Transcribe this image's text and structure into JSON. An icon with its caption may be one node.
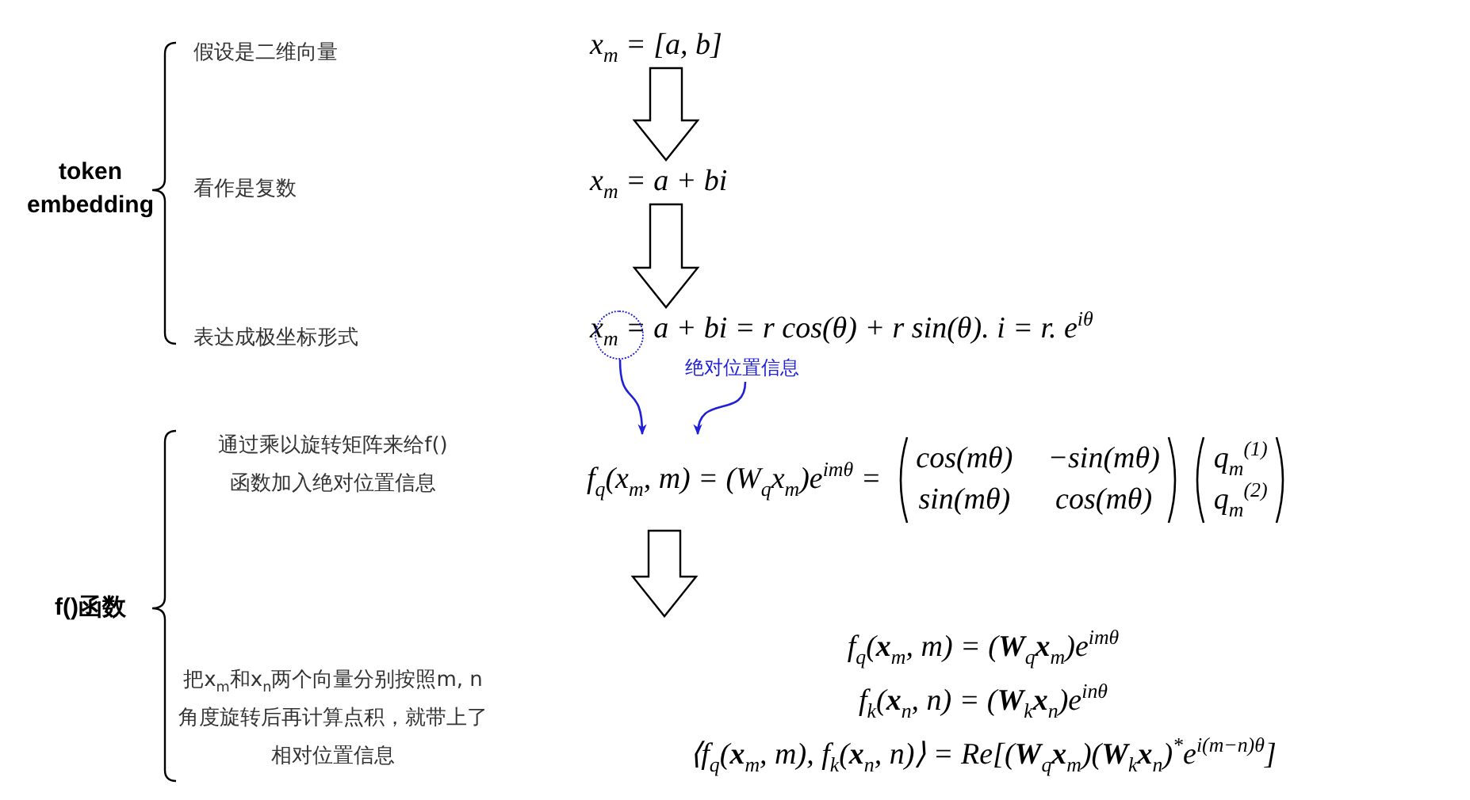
{
  "diagram": {
    "nodes": [
      {
        "text": [
          "x$_{m}$ = [a, b]"
        ]
      },
      {
        "text": [
          "x$_{m}$ = a + bi"
        ]
      },
      {
        "text": [
          "x$_{m}$ = a + bi = r cos(θ) + r sin(θ). i = r. e$^{iθ}$"
        ]
      },
      {
        "text": [],
        "shape": "circle"
      },
      {
        "text": [
          "绝对位置信息"
        ]
      },
      {
        "text": [
          "f$_{q}$(x$_{m}$, m) = (W$_{q}$x$_{m}$)e$^{imθ}$ =",
          "cos(mθ)",
          "−sin(mθ)",
          "sin(mθ)",
          "cos(mθ)",
          "q$_{m}$$^{(1)}$",
          "q$_{m}$$^{(2)}$"
        ]
      },
      {
        "text": [
          "f$_{q}$(**x**$_{m}$, m) = (**W**$_{q}$**x**$_{m}$)e$^{imθ}$",
          "f$_{k}$(**x**$_{n}$, n) = (**W**$_{k}$**x**$_{n}$)e$^{inθ}$",
          "⟨f$_{q}$(**x**$_{m}$, m), f$_{k}$(**x**$_{n}$, n)⟩ = Re[(**W**$_{q}$**x**$_{m}$)(**W**$_{k}$**x**$_{n}$)$^{*}$e$^{i(m−n)θ}$]"
        ]
      }
    ],
    "edges": [
      {
        "from": 0,
        "to": 1,
        "arrow": "to"
      },
      {
        "from": 1,
        "to": 2,
        "arrow": "to"
      },
      {
        "from": 3,
        "to": 5,
        "arrow": "to",
        "color": "#2020d8"
      },
      {
        "from": 4,
        "to": 5,
        "arrow": "to",
        "color": "#2020d8"
      },
      {
        "from": 5,
        "to": 6,
        "arrow": "to"
      }
    ],
    "labels": [
      "token embedding",
      "假设是二维向量",
      "看作是复数",
      "表达成极坐标形式",
      "f()函数",
      "通过乘以旋转矩阵来给f()函数加入绝对位置信息",
      "把x$_{m}$和x$_{n}$两个向量分别按照m, n角度旋转后再计算点积，就带上了相对位置信息"
    ]
  }
}
